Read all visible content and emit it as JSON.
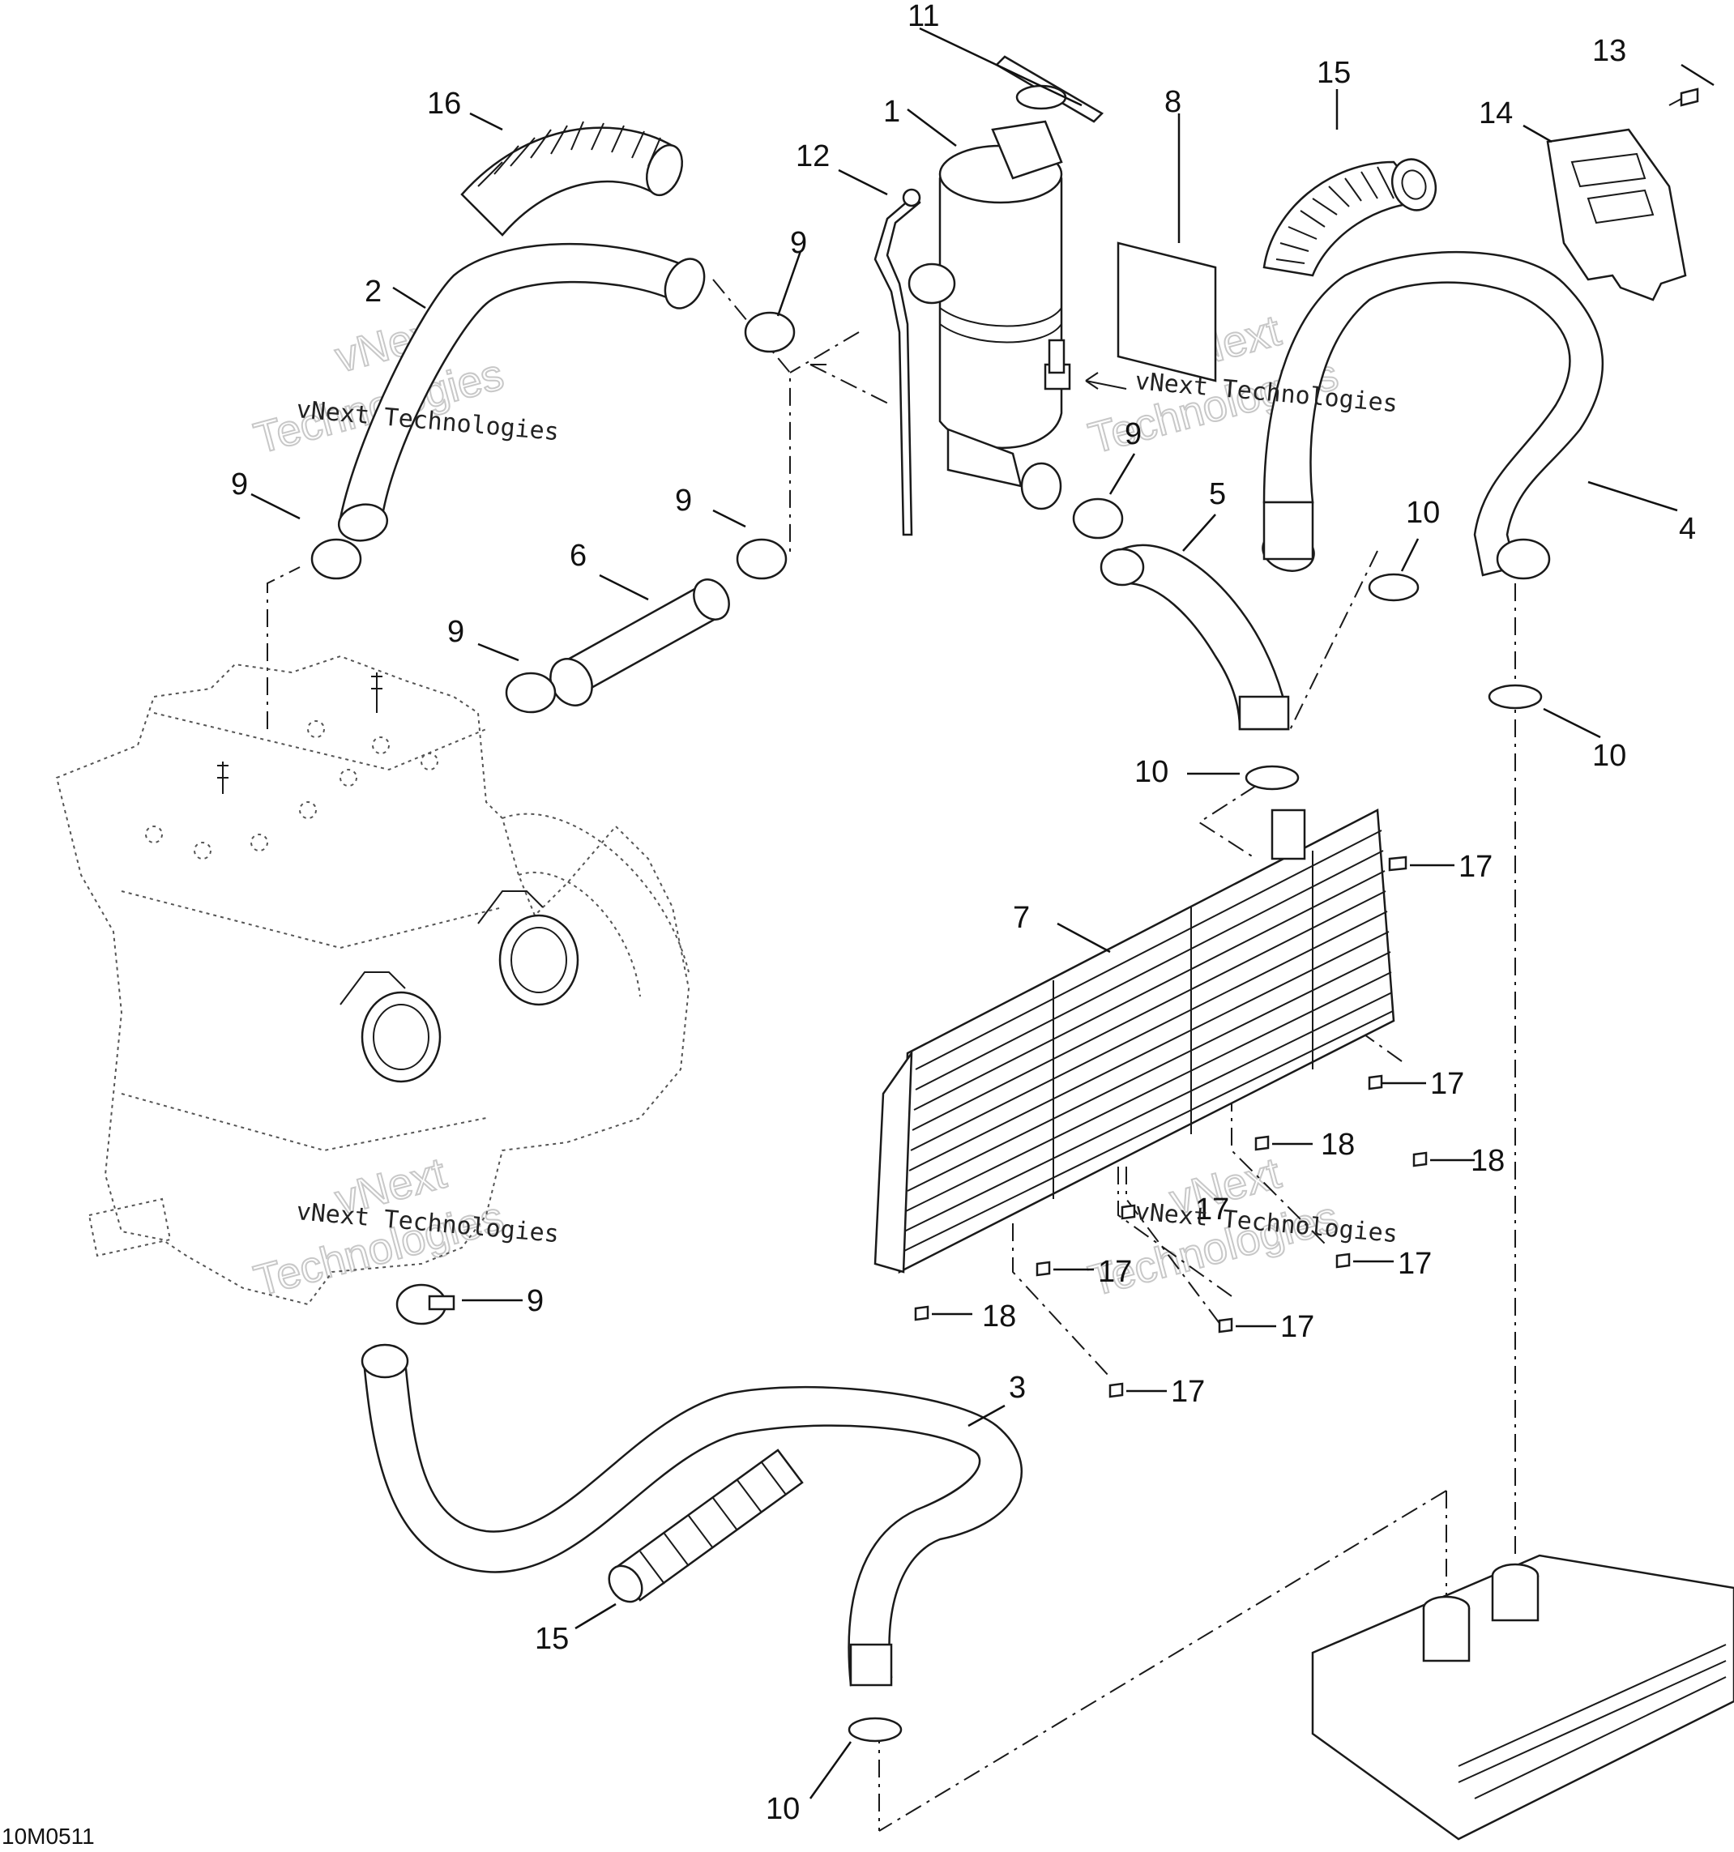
{
  "diagram_code": "10M0511",
  "watermark": {
    "company": "vNext Technologies",
    "word1": "vNext",
    "word2": "Technologies"
  },
  "callouts": {
    "c1": "1",
    "c2": "2",
    "c3": "3",
    "c4": "4",
    "c5": "5",
    "c6": "6",
    "c7": "7",
    "c8": "8",
    "c9a": "9",
    "c9b": "9",
    "c9c": "9",
    "c9d": "9",
    "c9e": "9",
    "c9f": "9",
    "c10a": "10",
    "c10b": "10",
    "c10c": "10",
    "c10d": "10",
    "c11": "11",
    "c12": "12",
    "c13": "13",
    "c14": "14",
    "c15a": "15",
    "c15b": "15",
    "c16": "16",
    "c17a": "17",
    "c17b": "17",
    "c17c": "17",
    "c17d": "17",
    "c17e": "17",
    "c17f": "17",
    "c17g": "17",
    "c18a": "18",
    "c18b": "18",
    "c18c": "18"
  }
}
